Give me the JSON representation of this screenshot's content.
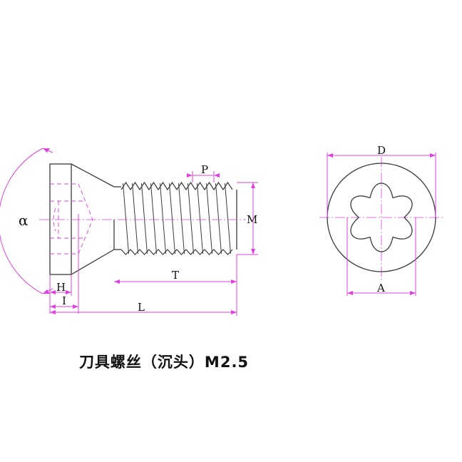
{
  "caption": "刀具螺丝（沉头）M2.5",
  "labels": {
    "alpha": "α",
    "p": "P",
    "m": "M",
    "t": "T",
    "h": "H",
    "i": "I",
    "l": "L",
    "d": "D",
    "a": "A"
  },
  "colors": {
    "outline": "#3a3a3a",
    "dimension": "#e040e0",
    "center": "#e040e0",
    "background": "#ffffff"
  }
}
